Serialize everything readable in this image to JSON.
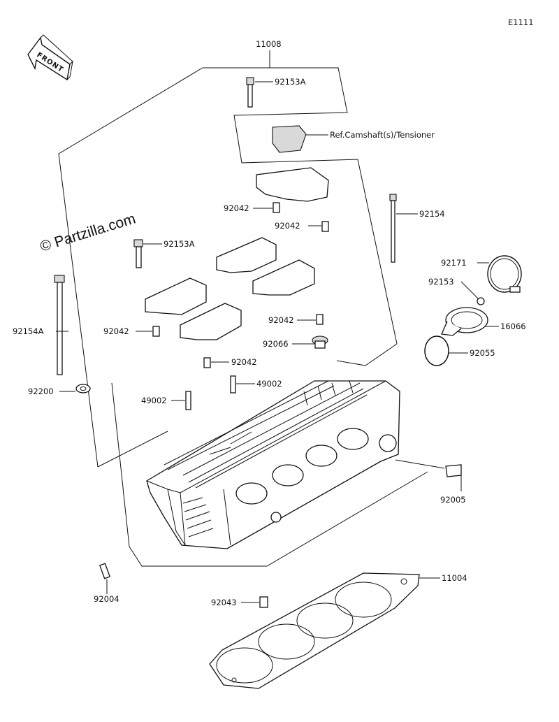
{
  "diagram_code": "E1111",
  "direction_label": "FRONT",
  "watermark": "© Partzilla.com",
  "callouts": {
    "c11008": "11008",
    "c92153A_top": "92153A",
    "ref_note": "Ref.Camshaft(s)/Tensioner",
    "c92042_a": "92042",
    "c92042_b": "92042",
    "c92154": "92154",
    "c92153A_left": "92153A",
    "c92171": "92171",
    "c92153": "92153",
    "c92154A": "92154A",
    "c92042_c": "92042",
    "c92042_d": "92042",
    "c16066": "16066",
    "c92066": "92066",
    "c92055": "92055",
    "c92042_e": "92042",
    "c92200": "92200",
    "c49002_right": "49002",
    "c49002_left": "49002",
    "c92005": "92005",
    "c92004": "92004",
    "c11004": "11004",
    "c92043": "92043"
  }
}
